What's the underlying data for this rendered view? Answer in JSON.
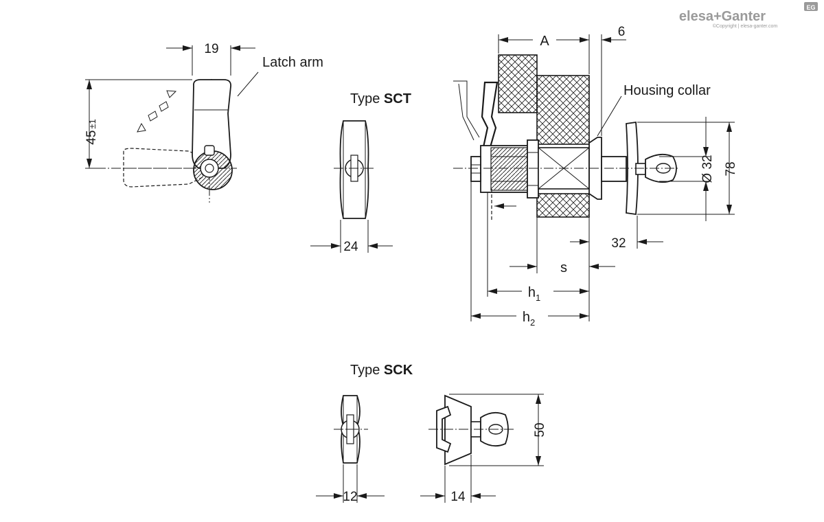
{
  "brand": {
    "name": "elesa+Ganter",
    "badge": "EG",
    "copyright": "©Copyright | elesa-ganter.com"
  },
  "labels": {
    "latch_arm": "Latch arm",
    "housing_collar": "Housing collar",
    "type_sct_prefix": "Type ",
    "type_sct_name": "SCT",
    "type_sck_prefix": "Type ",
    "type_sck_name": "SCK"
  },
  "dimensions": {
    "arm_width": "19",
    "arm_height": "45",
    "arm_height_tol": "±1",
    "sct_width": "24",
    "A": "A",
    "collar_thickness": "6",
    "diameter": "Ø 32",
    "head_height": "78",
    "head_depth": "32",
    "s": "s",
    "h1_base": "h",
    "h1_sub": "1",
    "h2_base": "h",
    "h2_sub": "2",
    "sck_width": "12",
    "sck_depth": "14",
    "sck_height": "50"
  },
  "colors": {
    "line": "#1a1a1a",
    "brand": "#9a9a9a"
  }
}
